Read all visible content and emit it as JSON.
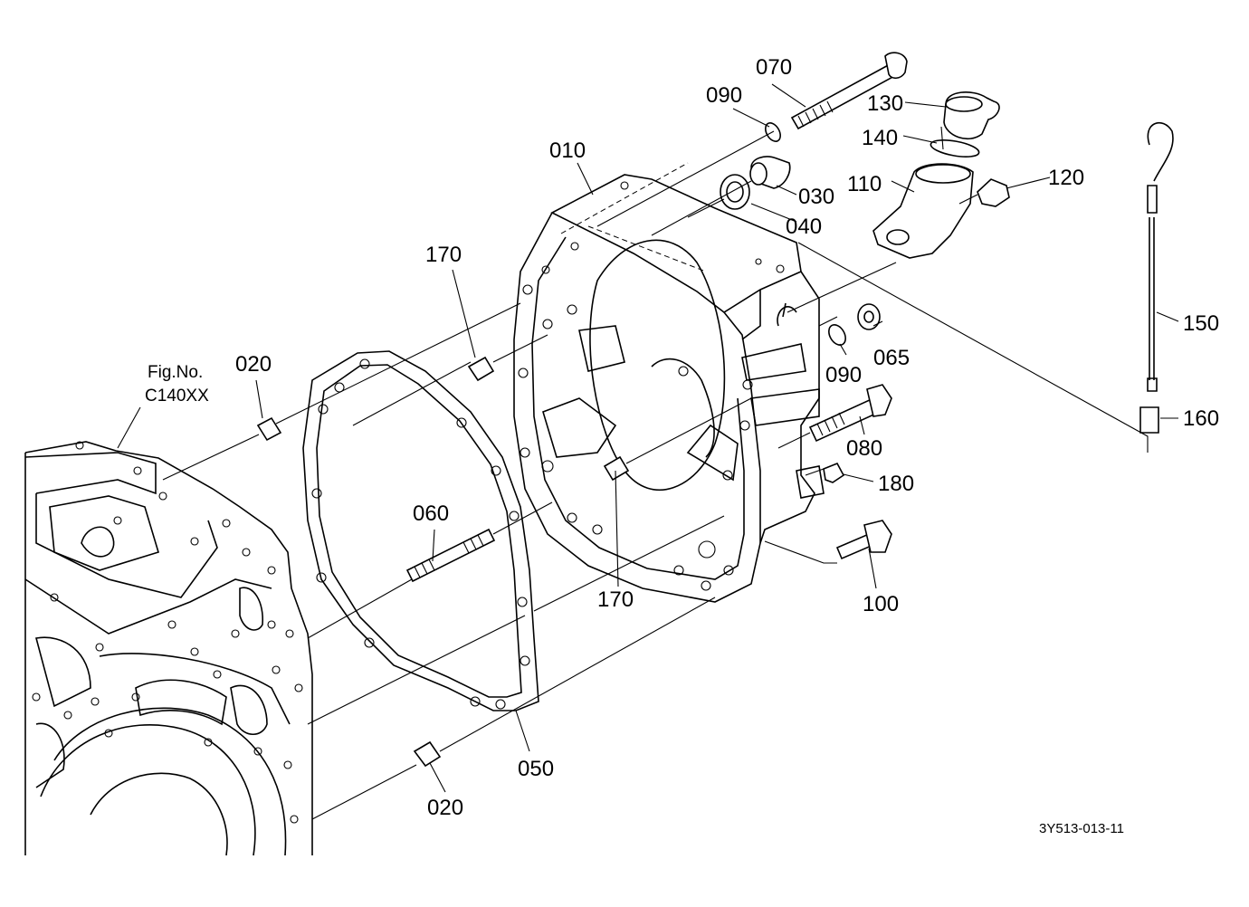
{
  "drawing_code": "3Y513-013-11",
  "reference_note": {
    "line1": "Fig.No.",
    "line2": "C140XX"
  },
  "callouts": [
    {
      "id": "c070",
      "label": "070"
    },
    {
      "id": "c090a",
      "label": "090"
    },
    {
      "id": "c130",
      "label": "130"
    },
    {
      "id": "c140",
      "label": "140"
    },
    {
      "id": "c010",
      "label": "010"
    },
    {
      "id": "c030",
      "label": "030"
    },
    {
      "id": "c110",
      "label": "110"
    },
    {
      "id": "c120",
      "label": "120"
    },
    {
      "id": "c040",
      "label": "040"
    },
    {
      "id": "c170a",
      "label": "170"
    },
    {
      "id": "c150",
      "label": "150"
    },
    {
      "id": "c020a",
      "label": "020"
    },
    {
      "id": "c065",
      "label": "065"
    },
    {
      "id": "c090b",
      "label": "090"
    },
    {
      "id": "c160",
      "label": "160"
    },
    {
      "id": "c080",
      "label": "080"
    },
    {
      "id": "c180",
      "label": "180"
    },
    {
      "id": "c060",
      "label": "060"
    },
    {
      "id": "c170b",
      "label": "170"
    },
    {
      "id": "c100",
      "label": "100"
    },
    {
      "id": "c050",
      "label": "050"
    },
    {
      "id": "c020b",
      "label": "020"
    }
  ]
}
